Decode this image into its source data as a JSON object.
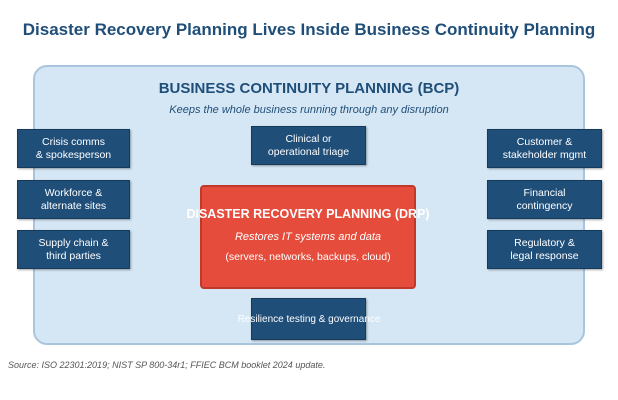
{
  "title": "Disaster Recovery Planning Lives Inside Business Continuity Planning",
  "bcp": {
    "title": "BUSINESS CONTINUITY PLANNING (BCP)",
    "subtitle": "Keeps the whole business running through any disruption"
  },
  "boxes": {
    "crisis_comms": "Crisis comms\n& spokesperson",
    "workforce": "Workforce &\nalternate sites",
    "supply_chain": "Supply chain &\nthird parties",
    "clinical": "Clinical or\noperational triage",
    "customer": "Customer &\nstakeholder mgmt",
    "financial": "Financial\ncontingency",
    "regulatory": "Regulatory &\nlegal response"
  },
  "drp": {
    "title": "DISASTER RECOVERY PLANNING (DRP)",
    "line1": "Restores IT systems and data",
    "line2": "(servers, networks, backups, cloud)"
  },
  "governance": "Resilience testing & governance",
  "source": "Source: ISO 22301:2019; NIST SP 800-34r1; FFIEC BCM booklet 2024 update."
}
